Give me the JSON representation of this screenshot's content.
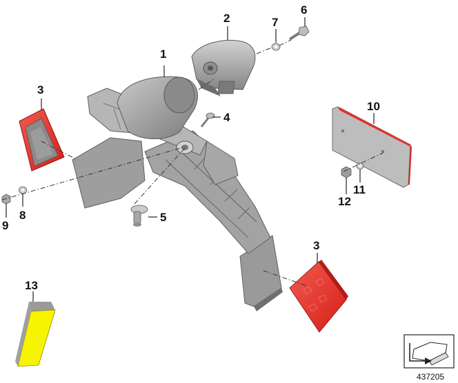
{
  "callouts": {
    "c1": "1",
    "c2": "2",
    "c3a": "3",
    "c3b": "3",
    "c4": "4",
    "c5": "5",
    "c6": "6",
    "c7": "7",
    "c8": "8",
    "c9": "9",
    "c10": "10",
    "c11": "11",
    "c12": "12",
    "c13": "13"
  },
  "document_number": "437205",
  "colors": {
    "reflector_red": "#e8302a",
    "sticker_yellow": "#f7f400",
    "part_grey": "#9c9c9c",
    "part_dark": "#6f6f6f"
  },
  "icons": {
    "direction_symbol": "arrow-direction-icon"
  }
}
